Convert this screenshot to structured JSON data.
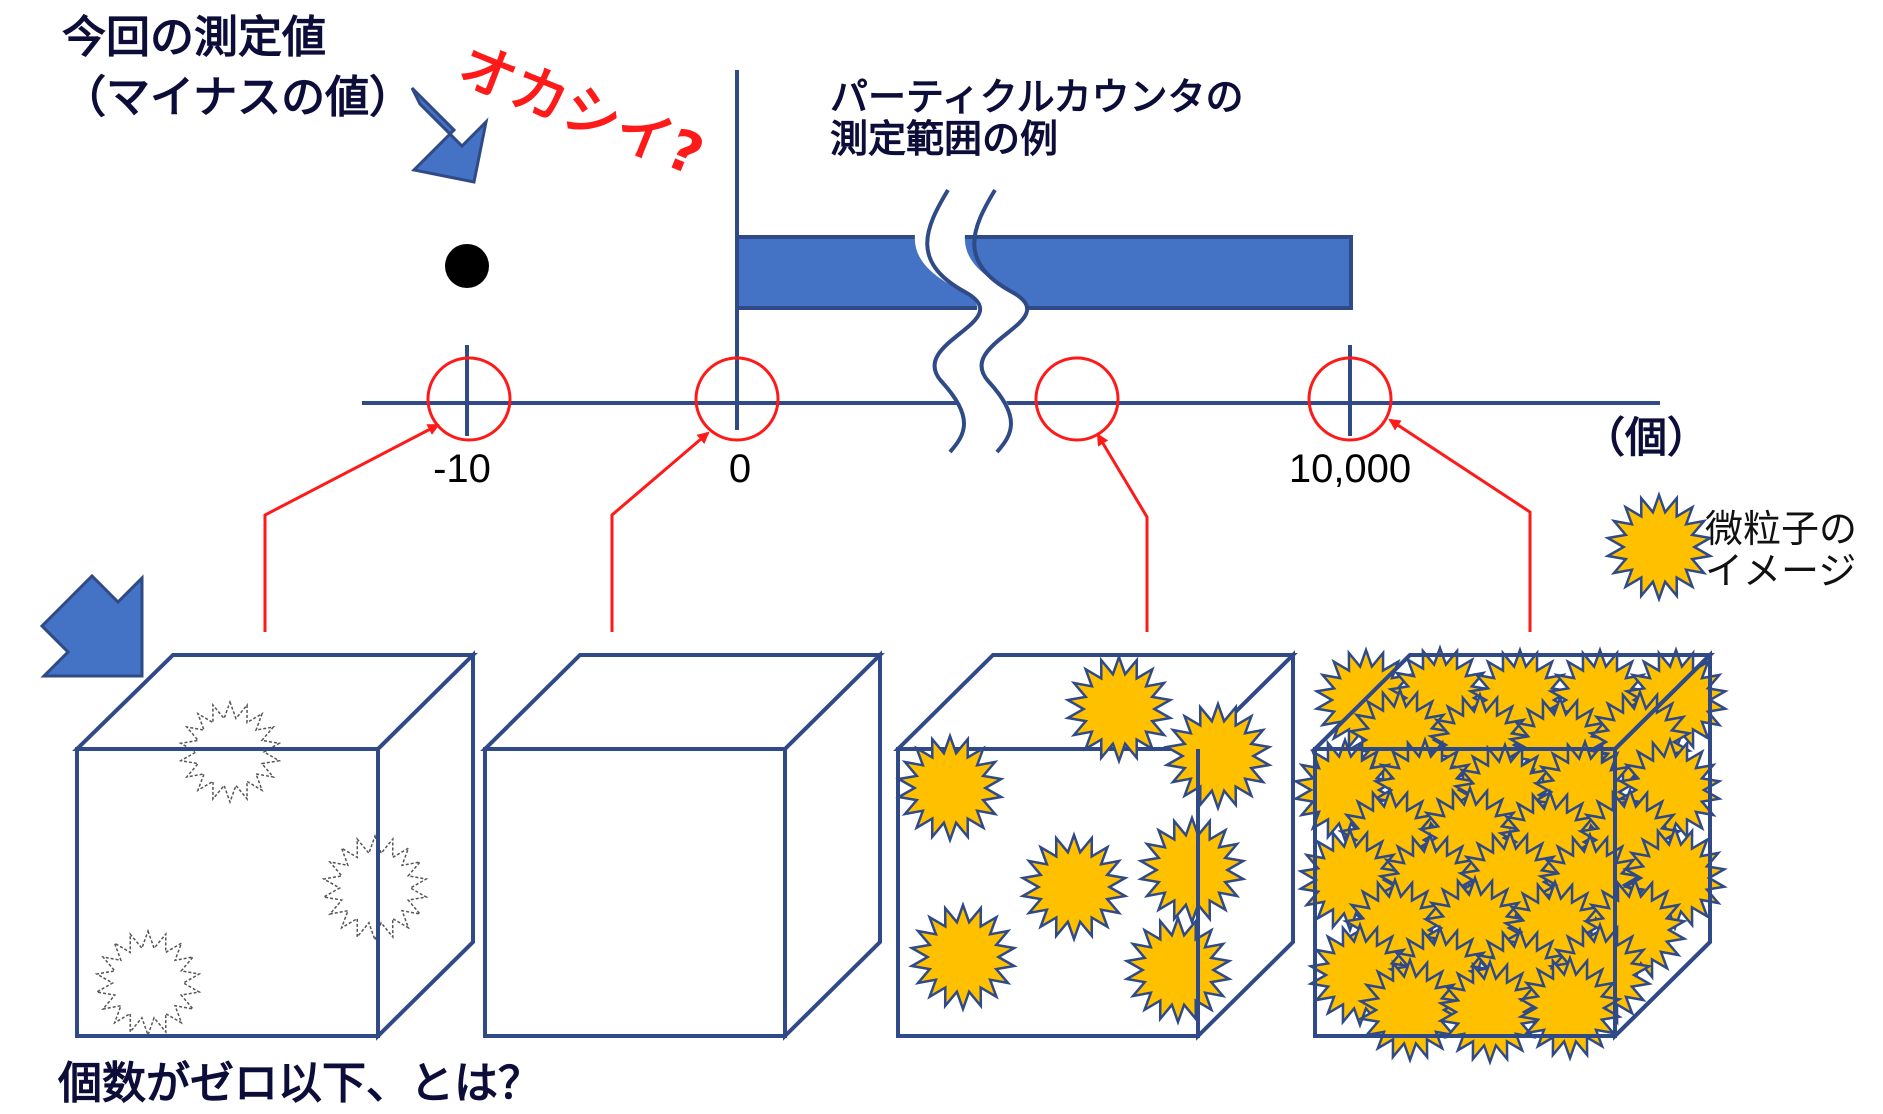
{
  "title_line1": "今回の測定値",
  "title_line2": "（マイナスの値）",
  "handwritten_note": "オカシイ?",
  "range_label_line1": "パーティクルカウンタの",
  "range_label_line2": "測定範囲の例",
  "axis_unit": "（個）",
  "ticks": [
    "-10",
    "0",
    "10,000"
  ],
  "legend_line1": "微粒子の",
  "legend_line2": "イメージ",
  "bottom_caption": "個数がゼロ以下、とは？",
  "colors": {
    "axis": "#2f4a86",
    "bar": "#4472c4",
    "circle": "#ff1a1a",
    "particle_fill": "#ffc000",
    "particle_stroke": "#2f4a86",
    "arrow_fill": "#4472c4"
  }
}
